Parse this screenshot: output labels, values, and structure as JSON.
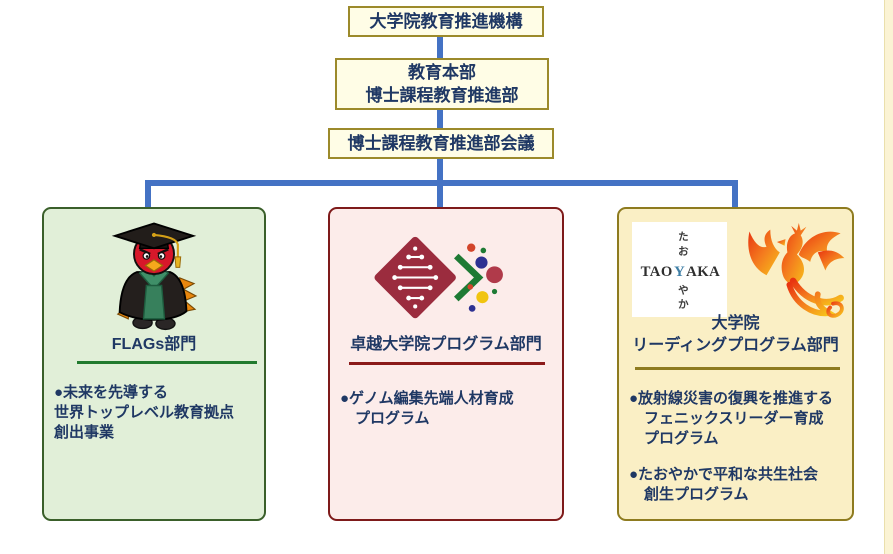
{
  "title": "大学院教育推進機構 組織図",
  "colors": {
    "connector_blue": "#4472C4",
    "text_navy": "#1F3864",
    "top_node_bg": "#FFFDE6",
    "top_node_border": "#9C8A2B",
    "flags_bg": "#E1EFD8",
    "flags_border": "#3A5F2A",
    "flags_underline": "#217A2E",
    "excellence_bg": "#FCECEA",
    "excellence_border": "#7E1A1A",
    "excellence_underline": "#8B1A1A",
    "leading_bg": "#FAEFC5",
    "leading_border": "#8E7B1F",
    "leading_underline": "#8E7B1F",
    "phoenix_gradient": [
      "#E83410",
      "#F47C1E",
      "#F7C21A"
    ],
    "dna_diamond": "#9B2C3E",
    "chevron_green": "#1E7A34"
  },
  "top_nodes": [
    {
      "label": "大学院教育推進機構"
    },
    {
      "label": "教育本部\n博士課程教育推進部"
    },
    {
      "label": "博士課程教育推進部会議"
    }
  ],
  "icons": {
    "flags_branch": "graduate-bird-mascot",
    "excellence_branch": "dna-diamond-chevron-logo",
    "leading_branch_1": "taoyaka-wordmark",
    "leading_branch_2": "phoenix-flame-logo"
  },
  "branches": {
    "flags": {
      "title": "FLAGs部門",
      "items": [
        "●未来を先導する\n世界トップレベル教育拠点\n創出事業"
      ]
    },
    "excellence": {
      "title": "卓越大学院プログラム部門",
      "items": [
        "●ゲノム編集先端人材育成\n　プログラム"
      ]
    },
    "leading": {
      "title": "大学院\nリーディングプログラム部門",
      "items": [
        "●放射線災害の復興を推進する\n　フェニックスリーダー育成\n　プログラム",
        "●たおやかで平和な共生社会\n　創生プログラム"
      ],
      "taoyaka": {
        "t1": "TAO",
        "t2": "Y",
        "t3": "AKA",
        "kana": [
          "た",
          "お",
          "や",
          "か"
        ]
      }
    }
  }
}
